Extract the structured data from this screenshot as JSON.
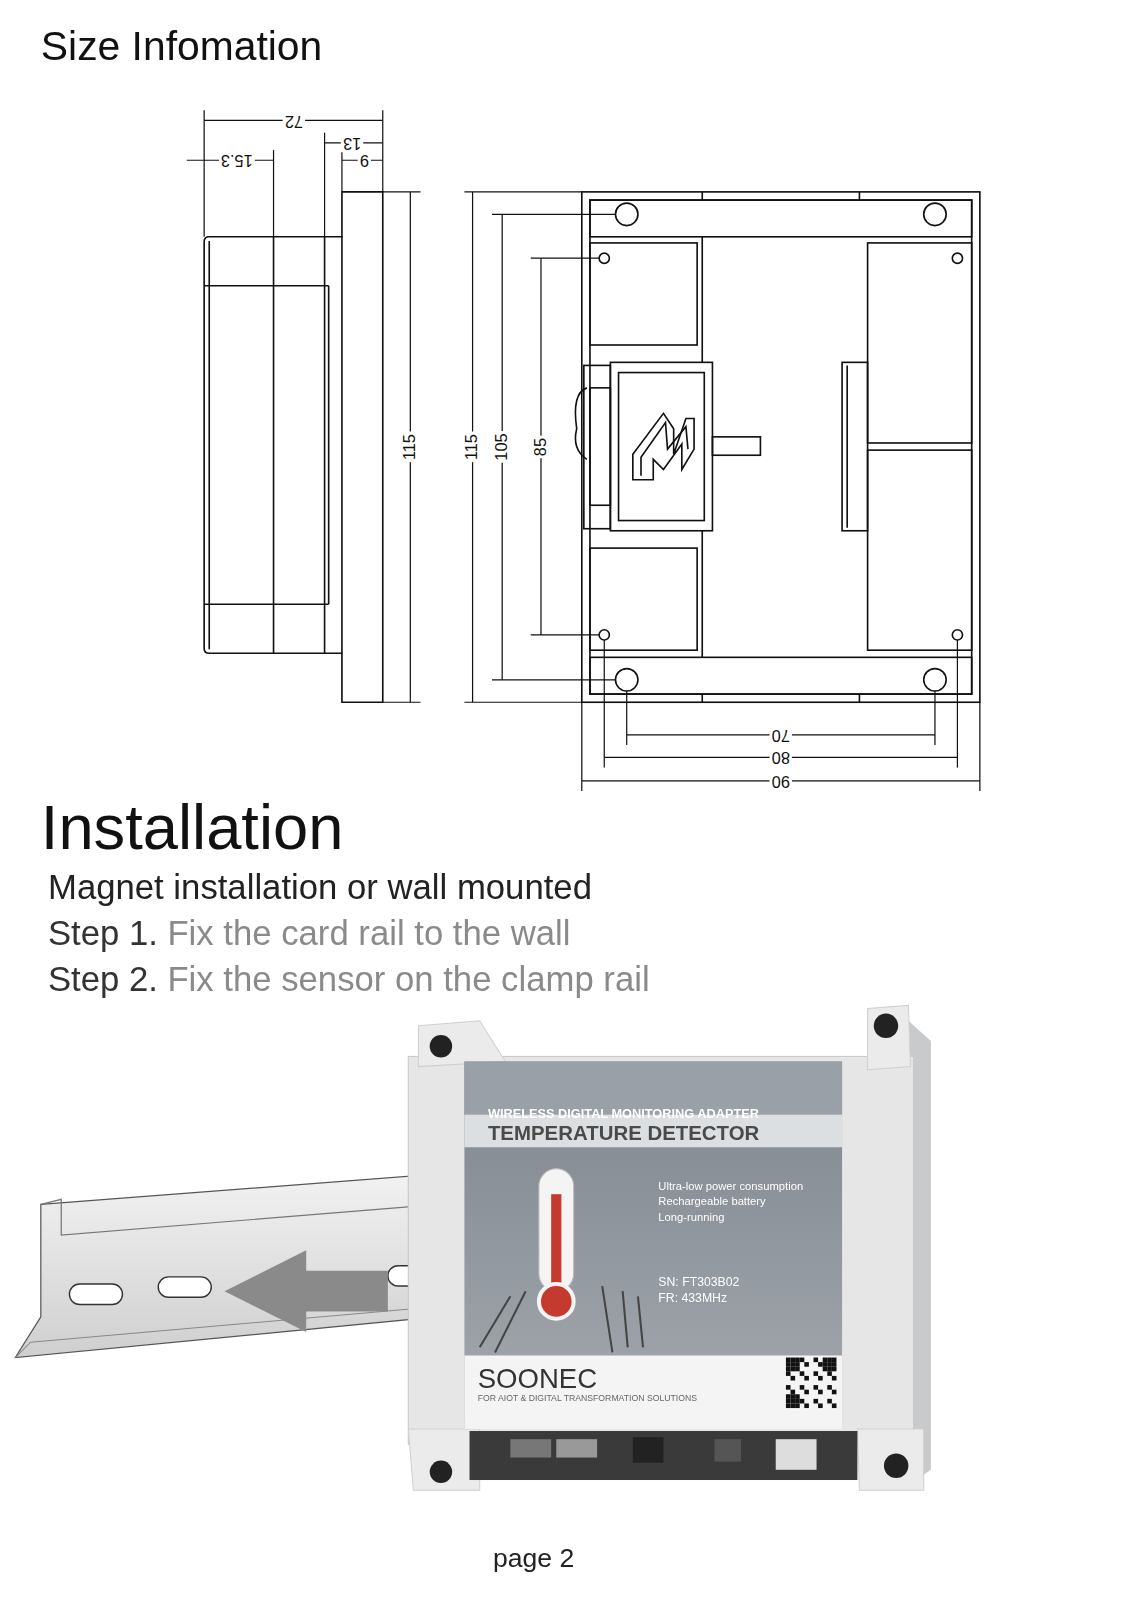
{
  "diagram": {
    "title": "Size Infomation",
    "labels": [
      "72",
      "15.3",
      "13",
      "9",
      "115",
      "115",
      "105",
      "85",
      "70",
      "80",
      "90",
      "Installation",
      "Magnet installation or wall mounted",
      "Step 1.",
      "Fix the card rail to the wall",
      "Step 2.",
      "Fix the sensor on the clamp rail",
      "WIRELESS DIGITAL MONITORING ADAPTER",
      "TEMPERATURE DETECTOR",
      "Ultra-low power consumption",
      "Rechargeable battery",
      "Long-running",
      "SN: FT303B02",
      "FR: 433MHz",
      "SOONEC",
      "FOR AIOT & DIGITAL TRANSFORMATION SOLUTIONS",
      "page 2"
    ]
  }
}
